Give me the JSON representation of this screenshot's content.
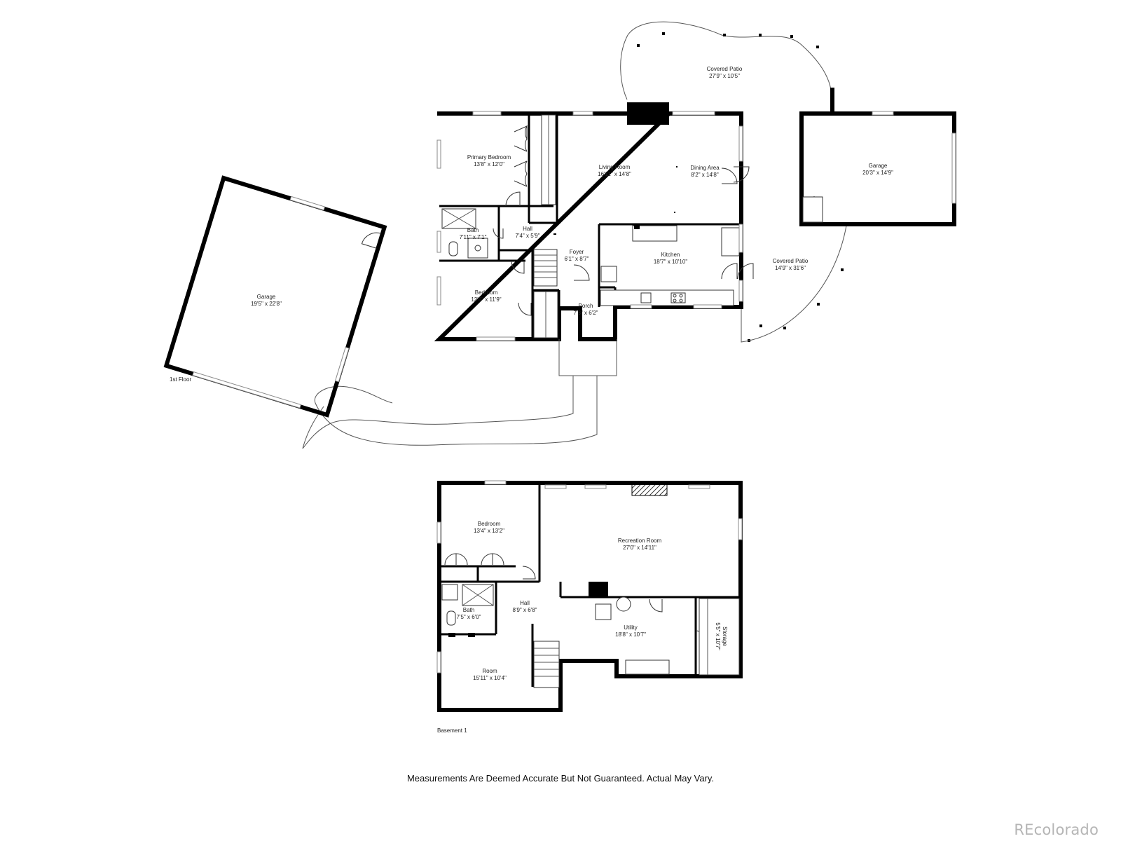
{
  "floors": [
    {
      "name": "1st Floor",
      "rooms": [
        {
          "key": "covered-patio-top",
          "name": "Covered Patio",
          "dims": "27'9\" x 10'5\""
        },
        {
          "key": "primary-bedroom",
          "name": "Primary Bedroom",
          "dims": "13'8\" x 12'0\""
        },
        {
          "key": "living-room",
          "name": "Living Room",
          "dims": "16'11\" x 14'8\""
        },
        {
          "key": "dining-area",
          "name": "Dining Area",
          "dims": "8'2\" x 14'8\""
        },
        {
          "key": "garage-right",
          "name": "Garage",
          "dims": "20'3\" x 14'9\""
        },
        {
          "key": "garage-left",
          "name": "Garage",
          "dims": "19'5\" x 22'8\""
        },
        {
          "key": "bath-1",
          "name": "Bath",
          "dims": "7'11\" x 7'1\""
        },
        {
          "key": "hall-1",
          "name": "Hall",
          "dims": "7'4\" x 5'9\""
        },
        {
          "key": "foyer",
          "name": "Foyer",
          "dims": "6'1\" x 8'7\""
        },
        {
          "key": "kitchen",
          "name": "Kitchen",
          "dims": "18'7\" x 10'10\""
        },
        {
          "key": "covered-patio-side",
          "name": "Covered Patio",
          "dims": "14'9\" x 31'6\""
        },
        {
          "key": "bedroom-1",
          "name": "Bedroom",
          "dims": "12'6\" x 11'9\""
        },
        {
          "key": "porch",
          "name": "Porch",
          "dims": "7'3\" x 6'2\""
        }
      ]
    },
    {
      "name": "Basement 1",
      "rooms": [
        {
          "key": "bedroom-b",
          "name": "Bedroom",
          "dims": "13'4\" x 13'2\""
        },
        {
          "key": "recreation-room",
          "name": "Recreation Room",
          "dims": "27'0\" x 14'11\""
        },
        {
          "key": "hall-b",
          "name": "Hall",
          "dims": "8'9\" x 6'8\""
        },
        {
          "key": "bath-b",
          "name": "Bath",
          "dims": "7'5\" x 6'0\""
        },
        {
          "key": "utility",
          "name": "Utility",
          "dims": "18'8\" x 10'7\""
        },
        {
          "key": "storage",
          "name": "Storage",
          "dims": "5'5\" x 10'7\""
        },
        {
          "key": "room-b",
          "name": "Room",
          "dims": "15'11\" x 10'4\""
        }
      ]
    }
  ],
  "disclaimer": "Measurements Are Deemed Accurate But Not Guaranteed. Actual May Vary.",
  "brand": "REcolorado",
  "colors": {
    "walls": "#000000",
    "background": "#ffffff",
    "brand": "#b5b5b5"
  }
}
